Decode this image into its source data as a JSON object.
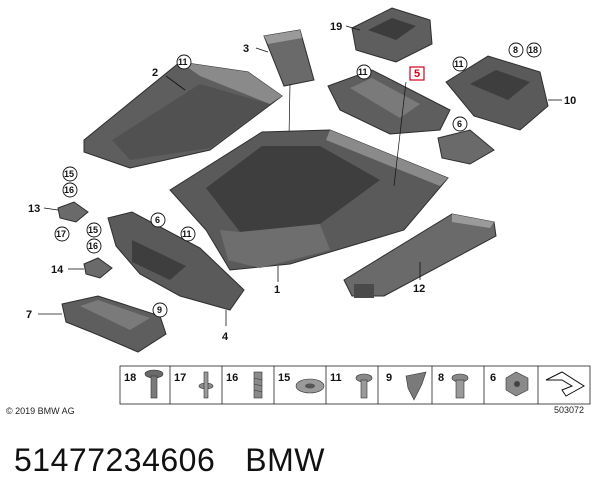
{
  "callouts": {
    "c1": "1",
    "c2": "2",
    "c3": "3",
    "c4": "4",
    "c5": "5",
    "c6": "6",
    "c7": "7",
    "c9": "9",
    "c10": "10",
    "c11": "11",
    "c12": "12",
    "c13": "13",
    "c14": "14",
    "c15": "15",
    "c16": "16",
    "c17": "17",
    "c18": "18",
    "c19": "19",
    "c8": "8"
  },
  "legend": {
    "items": [
      "18",
      "17",
      "16",
      "15",
      "11",
      "9",
      "8",
      "6"
    ]
  },
  "copyright": "© 2019 BMW AG",
  "reference_code": "503072",
  "footer": {
    "part_number": "51477234606",
    "brand": "BMW"
  },
  "colors": {
    "part_fill": "#5c5c5c",
    "part_dark": "#3f3f3f",
    "part_light": "#8a8a8a",
    "highlight": "#d0021b"
  }
}
